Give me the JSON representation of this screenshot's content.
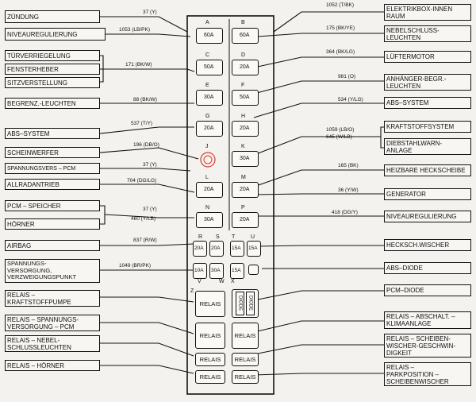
{
  "left_labels": [
    {
      "text": "ZÜNDUNG",
      "wire": "37 (Y)"
    },
    {
      "text": "NIVEAUREGULIERUNG",
      "wire": "1053 (LB/PK)"
    },
    {
      "text": "TÜRVERRIEGELUNG",
      "wire": ""
    },
    {
      "text": "FENSTERHEBER",
      "wire": "171 (BK/W)"
    },
    {
      "text": "SITZVERSTELLUNG",
      "wire": ""
    },
    {
      "text": "BEGRENZ.-LEUCHTEN",
      "wire": "88 (BK/W)"
    },
    {
      "text": "ABS–SYSTEM",
      "wire": "537 (T/Y)"
    },
    {
      "text": "SCHEINWERFER",
      "wire": "196 (DB/O)"
    },
    {
      "text": "SPANNUNGSVERS – PCM",
      "wire": "37 (Y)"
    },
    {
      "text": "ALLRADANTRIEB",
      "wire": "704 (DG/LG)"
    },
    {
      "text": "PCM – SPEICHER",
      "wire": "37 (Y)"
    },
    {
      "text": "HÖRNER",
      "wire": "460 (Y/LB)"
    },
    {
      "text": "AIRBAG",
      "wire": "837 (R/W)"
    },
    {
      "text": "SPANNUNGS-\nVERSORGUNG,\nVERZWEIGUNGSPUNKT",
      "wire": "1049 (BR/PK)"
    },
    {
      "text": "RELAIS –\nKRAFTSTOFFPUMPE",
      "wire": ""
    },
    {
      "text": "RELAIS – SPANNUNGS-\nVERSORGUNG – PCM",
      "wire": ""
    },
    {
      "text": "RELAIS – NEBEL-\nSCHLUSSLEUCHTEN",
      "wire": ""
    },
    {
      "text": "RELAIS – HÖRNER",
      "wire": ""
    }
  ],
  "right_labels": [
    {
      "text": "ELEKTRIKBOX-INNEN\nRAUM",
      "wire": "1052 (T/BK)"
    },
    {
      "text": "NEBELSCHLUSS-\nLEUCHTEN",
      "wire": "175 (BK/YE)"
    },
    {
      "text": "LÜFTERMOTOR",
      "wire": "364 (BK/LG)"
    },
    {
      "text": "ANHÄNGER-BEGR.-\nLEUCHTEN",
      "wire": "981 (O)"
    },
    {
      "text": "ABS–SYSTEM",
      "wire": "534 (Y/LG)"
    },
    {
      "text": "KRAFTSTOFFSYSTEM",
      "wire": "1059 (LB/O)"
    },
    {
      "text": "DIEBSTAHLWARN-\nANLAGE",
      "wire": "645 (W/LB)"
    },
    {
      "text": "HEIZBARE HECKSCHEIBE",
      "wire": "165 (BK)"
    },
    {
      "text": "GENERATOR",
      "wire": "36 (Y/W)"
    },
    {
      "text": "NIVEAUREGULIERUNG",
      "wire": "418 (DG/Y)"
    },
    {
      "text": "HECKSCH.WISCHER",
      "wire": ""
    },
    {
      "text": "ABS–DIODE",
      "wire": ""
    },
    {
      "text": "PCM–DIODE",
      "wire": ""
    },
    {
      "text": "RELAIS – ABSCHALT. –\nKLIMAANLAGE",
      "wire": ""
    },
    {
      "text": "RELAIS – SCHEIBEN-\nWISCHER-GESCHWIN-\nDIGKEIT",
      "wire": ""
    },
    {
      "text": "RELAIS –\nPARKPOSITION –\nSCHEIBENWISCHER",
      "wire": ""
    }
  ],
  "fuses": [
    {
      "id": "A",
      "amp": "60A"
    },
    {
      "id": "B",
      "amp": "60A"
    },
    {
      "id": "C",
      "amp": "50A"
    },
    {
      "id": "D",
      "amp": "20A"
    },
    {
      "id": "E",
      "amp": "30A"
    },
    {
      "id": "F",
      "amp": "50A"
    },
    {
      "id": "G",
      "amp": "20A"
    },
    {
      "id": "H",
      "amp": "20A"
    },
    {
      "id": "J",
      "amp": ""
    },
    {
      "id": "K",
      "amp": "30A"
    },
    {
      "id": "L",
      "amp": "20A"
    },
    {
      "id": "M",
      "amp": "20A"
    },
    {
      "id": "N",
      "amp": "30A"
    },
    {
      "id": "P",
      "amp": "20A"
    },
    {
      "id": "R",
      "amp": "20A"
    },
    {
      "id": "S",
      "amp": "20A"
    },
    {
      "id": "T",
      "amp": "15A"
    },
    {
      "id": "U",
      "amp": "15A"
    },
    {
      "id": "V",
      "amp": "10A"
    },
    {
      "id": "W",
      "amp": "30A"
    },
    {
      "id": "X",
      "amp": "15A"
    },
    {
      "id": "Z",
      "amp": ""
    }
  ],
  "relays": {
    "label": "RELAIS",
    "diode": "DIODE"
  }
}
